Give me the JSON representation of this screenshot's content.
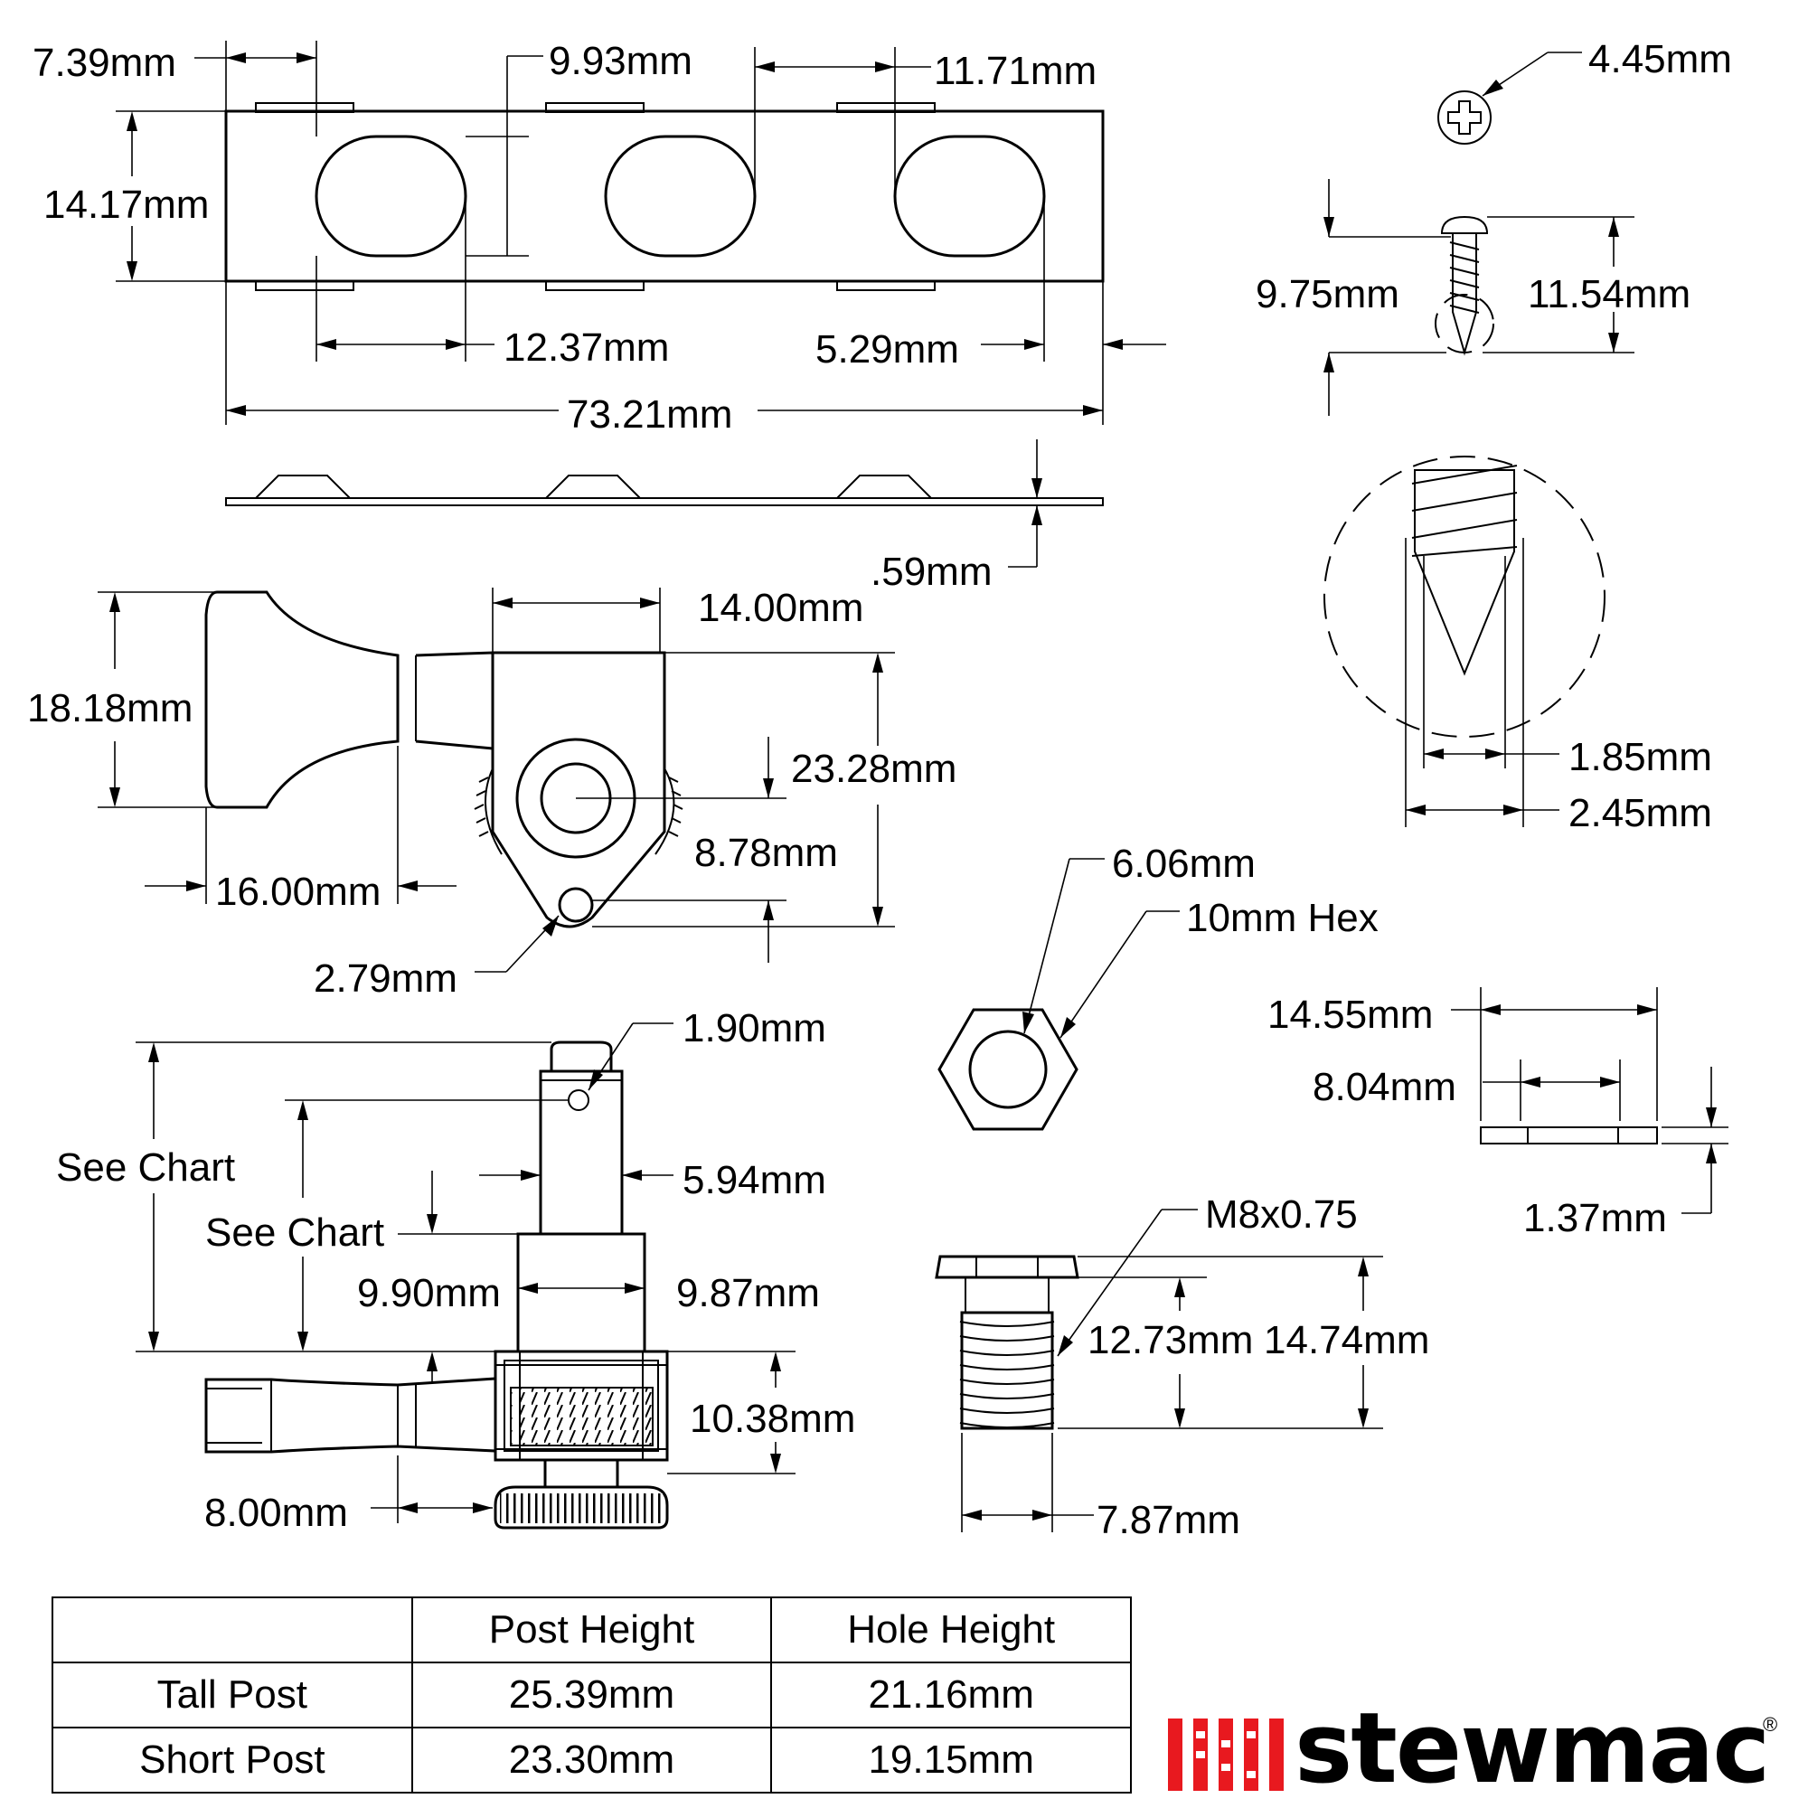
{
  "labels": {
    "d739": "7.39mm",
    "d993": "9.93mm",
    "d1171": "11.71mm",
    "d445": "4.45mm",
    "d1417": "14.17mm",
    "d975": "9.75mm",
    "d1154": "11.54mm",
    "d1237": "12.37mm",
    "d529": "5.29mm",
    "d7321": "73.21mm",
    "d059": ".59mm",
    "d1400": "14.00mm",
    "d1818": "18.18mm",
    "d2328": "23.28mm",
    "d878": "8.78mm",
    "d1600": "16.00mm",
    "d279": "2.79mm",
    "d185": "1.85mm",
    "d245": "2.45mm",
    "d606": "6.06mm",
    "hex": "10mm Hex",
    "d190": "1.90mm",
    "see_chart_1": "See Chart",
    "see_chart_2": "See Chart",
    "d594": "5.94mm",
    "d990": "9.90mm",
    "d987": "9.87mm",
    "d1038": "10.38mm",
    "d800": "8.00mm",
    "d1455": "14.55mm",
    "d804": "8.04mm",
    "d137": "1.37mm",
    "thread": "M8x0.75",
    "d1273": "12.73mm",
    "d1474": "14.74mm",
    "d787": "7.87mm"
  },
  "table": {
    "headers": [
      "",
      "Post Height",
      "Hole Height"
    ],
    "rows": [
      {
        "label": "Tall Post",
        "post": "25.39mm",
        "hole": "21.16mm"
      },
      {
        "label": "Short Post",
        "post": "23.30mm",
        "hole": "19.15mm"
      }
    ]
  },
  "brand": {
    "name": "stewmac",
    "registered": "®",
    "accent": "#e8191f",
    "icon": "stewmac-logo-mark"
  }
}
